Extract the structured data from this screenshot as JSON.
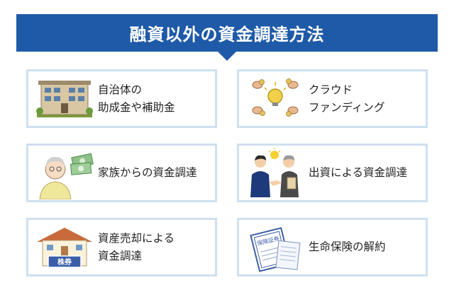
{
  "header": {
    "title": "融資以外の資金調達方法"
  },
  "cards": [
    {
      "lines": [
        "自治体の",
        "助成金や補助金"
      ],
      "icon": "building-icon"
    },
    {
      "lines": [
        "クラウド",
        "ファンディング"
      ],
      "icon": "crowd-hands-icon"
    },
    {
      "lines": [
        "家族からの資金調達"
      ],
      "icon": "family-money-icon"
    },
    {
      "lines": [
        "出資による資金調達"
      ],
      "icon": "handshake-investor-icon"
    },
    {
      "lines": [
        "資産売却による",
        "資金調達"
      ],
      "icon": "house-sale-icon"
    },
    {
      "lines": [
        "生命保険の解約"
      ],
      "icon": "insurance-document-icon"
    }
  ],
  "icon_texts": {
    "house_sign": "株券",
    "insurance_doc": "保険証券"
  },
  "colors": {
    "banner": "#1e5aa8",
    "card_border": "#cfe0ef"
  }
}
